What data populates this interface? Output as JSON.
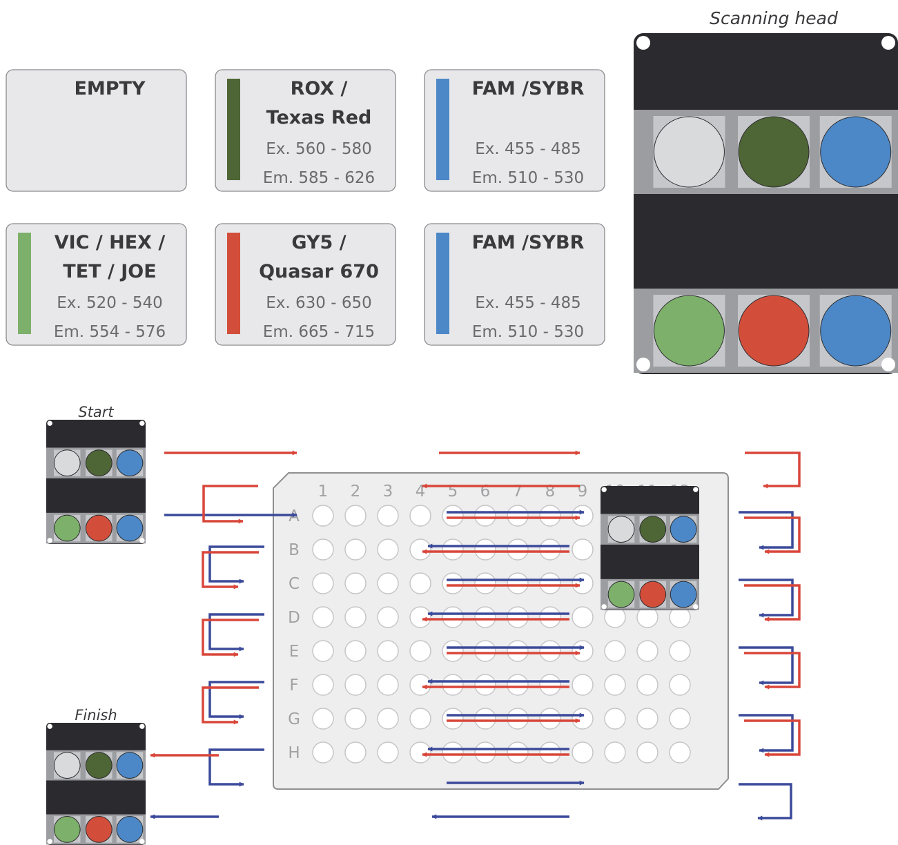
{
  "colors": {
    "empty": "#d9dadc",
    "rox": "#4e6535",
    "fam": "#4c88c7",
    "vic": "#7db06a",
    "gy5": "#d24e3a",
    "arrow_red": "#d9463a",
    "arrow_blue": "#3b4a9a",
    "head_body": "#2b2b2f",
    "head_strip": "#9c9da0",
    "head_socket": "#c6c7ca",
    "card_bg": "#e8e8ea",
    "card_border": "#8a8a8d",
    "plate_bg": "#eeeeee",
    "well_stroke": "#c6c6c8",
    "plate_text": "#a2a2a4"
  },
  "filters": [
    {
      "name_lines": [
        "EMPTY"
      ],
      "ex": "",
      "em": "",
      "color_key": "empty"
    },
    {
      "name_lines": [
        "ROX /",
        "Texas Red"
      ],
      "ex": "Ex. 560 - 580",
      "em": "Em. 585 - 626",
      "color_key": "rox"
    },
    {
      "name_lines": [
        "FAM /SYBR",
        ""
      ],
      "ex": "Ex. 455 - 485",
      "em": "Em. 510 - 530",
      "color_key": "fam"
    },
    {
      "name_lines": [
        "VIC / HEX /",
        "TET / JOE"
      ],
      "ex": "Ex. 520 - 540",
      "em": "Em. 554 - 576",
      "color_key": "vic"
    },
    {
      "name_lines": [
        "GY5 /",
        "Quasar 670"
      ],
      "ex": "Ex. 630 - 650",
      "em": "Em. 665 - 715",
      "color_key": "gy5"
    },
    {
      "name_lines": [
        "FAM /SYBR",
        ""
      ],
      "ex": "Ex. 455 - 485",
      "em": "Em. 510 - 530",
      "color_key": "fam"
    }
  ],
  "scanning_head": {
    "title": "Scanning head",
    "top_row": [
      "empty",
      "rox",
      "fam"
    ],
    "bottom_row": [
      "vic",
      "gy5",
      "fam"
    ]
  },
  "labels": {
    "start": "Start",
    "finish": "Finish"
  },
  "plate": {
    "columns": [
      "1",
      "2",
      "3",
      "4",
      "5",
      "6",
      "7",
      "8",
      "9",
      "10",
      "11",
      "12"
    ],
    "rows": [
      "A",
      "B",
      "C",
      "D",
      "E",
      "F",
      "G",
      "H"
    ]
  }
}
